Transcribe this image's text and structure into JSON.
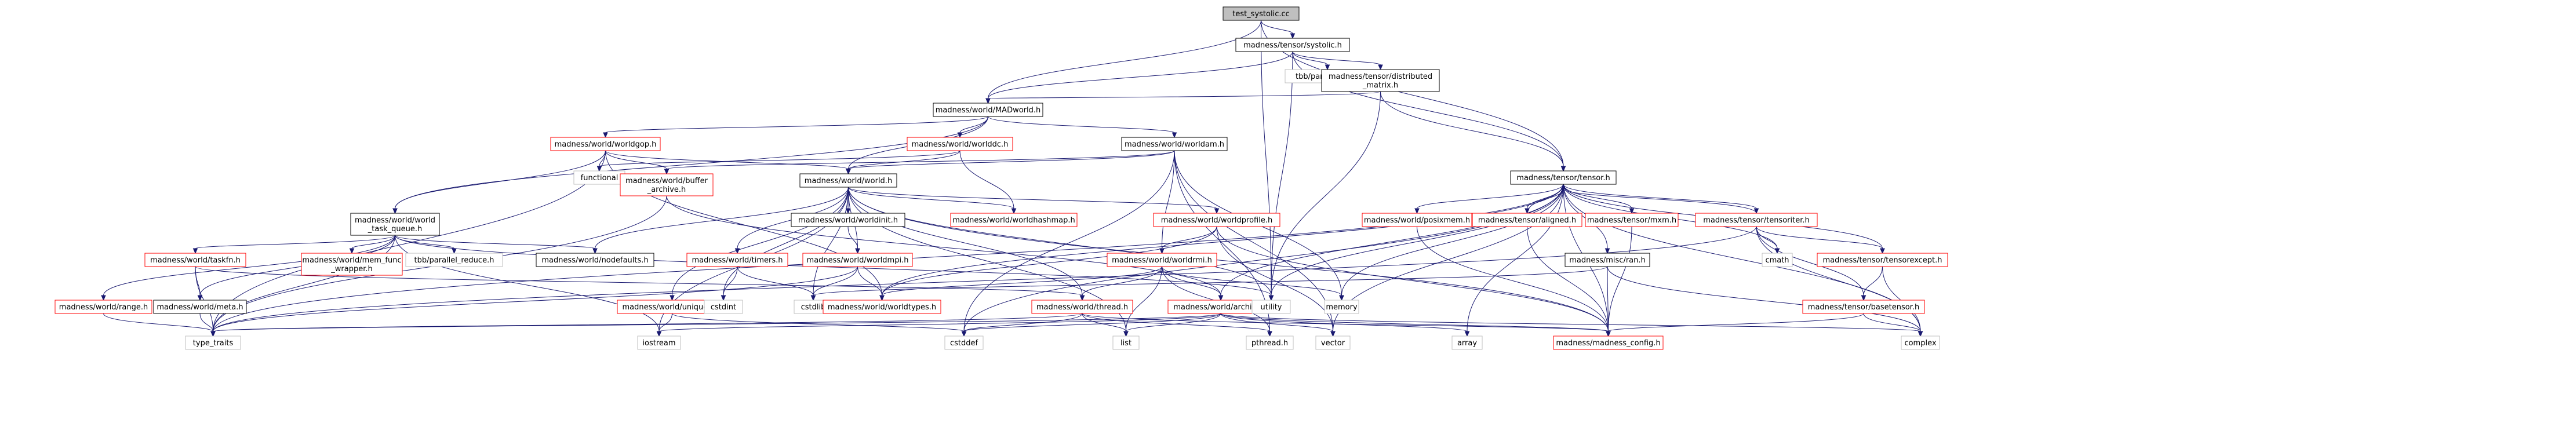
{
  "diagram": {
    "colors": {
      "root_fill": "#bfbfbf",
      "node_fill": "#ffffff",
      "plain_stroke": "#000000",
      "link_stroke": "#ff0000",
      "plain_text": "#000000",
      "system_stroke": "#bfbfbf",
      "edge": "#191970"
    },
    "nodes": [
      {
        "id": "n_test",
        "label": "test_systolic.cc",
        "kind": "root"
      },
      {
        "id": "n_systolic",
        "label": "madness/tensor/systolic.h",
        "kind": "plain"
      },
      {
        "id": "n_tbbfor",
        "label": "tbb/parallel_for.h",
        "kind": "system"
      },
      {
        "id": "n_distmat",
        "label": "madness/tensor/distributed\n_matrix.h",
        "kind": "plain"
      },
      {
        "id": "n_madworld",
        "label": "madness/world/MADworld.h",
        "kind": "plain"
      },
      {
        "id": "n_worldgop",
        "label": "madness/world/worldgop.h",
        "kind": "link"
      },
      {
        "id": "n_worlddc",
        "label": "madness/world/worlddc.h",
        "kind": "link"
      },
      {
        "id": "n_worldam",
        "label": "madness/world/worldam.h",
        "kind": "plain"
      },
      {
        "id": "n_tensor",
        "label": "madness/tensor/tensor.h",
        "kind": "plain"
      },
      {
        "id": "n_functional",
        "label": "functional",
        "kind": "system"
      },
      {
        "id": "n_buffer",
        "label": "madness/world/buffer\n_archive.h",
        "kind": "link"
      },
      {
        "id": "n_world",
        "label": "madness/world/world.h",
        "kind": "plain"
      },
      {
        "id": "n_wtq",
        "label": "madness/world/world\n_task_queue.h",
        "kind": "plain"
      },
      {
        "id": "n_worldinit",
        "label": "madness/world/worldinit.h",
        "kind": "plain"
      },
      {
        "id": "n_hashmap",
        "label": "madness/world/worldhashmap.h",
        "kind": "link"
      },
      {
        "id": "n_worldprofile",
        "label": "madness/world/worldprofile.h",
        "kind": "link"
      },
      {
        "id": "n_posixmem",
        "label": "madness/world/posixmem.h",
        "kind": "link"
      },
      {
        "id": "n_aligned",
        "label": "madness/tensor/aligned.h",
        "kind": "link"
      },
      {
        "id": "n_mxm",
        "label": "madness/tensor/mxm.h",
        "kind": "link"
      },
      {
        "id": "n_tensoriter",
        "label": "madness/tensor/tensoriter.h",
        "kind": "link"
      },
      {
        "id": "n_taskfn",
        "label": "madness/world/taskfn.h",
        "kind": "link"
      },
      {
        "id": "n_memfunc",
        "label": "madness/world/mem_func\n_wrapper.h",
        "kind": "link"
      },
      {
        "id": "n_tbbreduce",
        "label": "tbb/parallel_reduce.h",
        "kind": "system"
      },
      {
        "id": "n_nodefaults",
        "label": "madness/world/nodefaults.h",
        "kind": "plain"
      },
      {
        "id": "n_timers",
        "label": "madness/world/timers.h",
        "kind": "link"
      },
      {
        "id": "n_worldmpi",
        "label": "madness/world/worldmpi.h",
        "kind": "link"
      },
      {
        "id": "n_worldrmi",
        "label": "madness/world/worldrmi.h",
        "kind": "link"
      },
      {
        "id": "n_ran",
        "label": "madness/misc/ran.h",
        "kind": "plain"
      },
      {
        "id": "n_cmath",
        "label": "cmath",
        "kind": "system"
      },
      {
        "id": "n_tensorexcept",
        "label": "madness/tensor/tensorexcept.h",
        "kind": "link"
      },
      {
        "id": "n_range",
        "label": "madness/world/range.h",
        "kind": "link"
      },
      {
        "id": "n_meta",
        "label": "madness/world/meta.h",
        "kind": "plain"
      },
      {
        "id": "n_uniqueid",
        "label": "madness/world/uniqueid.h",
        "kind": "link"
      },
      {
        "id": "n_cstdint",
        "label": "cstdint",
        "kind": "system"
      },
      {
        "id": "n_cstdlib",
        "label": "cstdlib",
        "kind": "system"
      },
      {
        "id": "n_worldtypes",
        "label": "madness/world/worldtypes.h",
        "kind": "link"
      },
      {
        "id": "n_thread",
        "label": "madness/world/thread.h",
        "kind": "link"
      },
      {
        "id": "n_archive",
        "label": "madness/world/archive.h",
        "kind": "link"
      },
      {
        "id": "n_memory",
        "label": "memory",
        "kind": "system"
      },
      {
        "id": "n_utility",
        "label": "utility",
        "kind": "system"
      },
      {
        "id": "n_basetensor",
        "label": "madness/tensor/basetensor.h",
        "kind": "link"
      },
      {
        "id": "n_typetraits",
        "label": "type_traits",
        "kind": "system"
      },
      {
        "id": "n_iostream",
        "label": "iostream",
        "kind": "system"
      },
      {
        "id": "n_cstddef",
        "label": "cstddef",
        "kind": "system"
      },
      {
        "id": "n_list",
        "label": "list",
        "kind": "system"
      },
      {
        "id": "n_pthread",
        "label": "pthread.h",
        "kind": "system"
      },
      {
        "id": "n_vector",
        "label": "vector",
        "kind": "system"
      },
      {
        "id": "n_array",
        "label": "array",
        "kind": "system"
      },
      {
        "id": "n_config",
        "label": "madness/madness_config.h",
        "kind": "link"
      },
      {
        "id": "n_complex",
        "label": "complex",
        "kind": "system"
      }
    ],
    "edges": [
      [
        "n_test",
        "n_systolic"
      ],
      [
        "n_test",
        "n_madworld"
      ],
      [
        "n_test",
        "n_tensor"
      ],
      [
        "n_test",
        "n_utility"
      ],
      [
        "n_systolic",
        "n_tbbfor"
      ],
      [
        "n_systolic",
        "n_distmat"
      ],
      [
        "n_systolic",
        "n_madworld"
      ],
      [
        "n_systolic",
        "n_tensor"
      ],
      [
        "n_systolic",
        "n_utility"
      ],
      [
        "n_distmat",
        "n_madworld"
      ],
      [
        "n_distmat",
        "n_tensor"
      ],
      [
        "n_distmat",
        "n_utility"
      ],
      [
        "n_madworld",
        "n_worldgop"
      ],
      [
        "n_madworld",
        "n_worlddc"
      ],
      [
        "n_madworld",
        "n_worldam"
      ],
      [
        "n_madworld",
        "n_world"
      ],
      [
        "n_madworld",
        "n_wtq"
      ],
      [
        "n_worldgop",
        "n_functional"
      ],
      [
        "n_worldgop",
        "n_buffer"
      ],
      [
        "n_worldgop",
        "n_world"
      ],
      [
        "n_worldgop",
        "n_wtq"
      ],
      [
        "n_worldgop",
        "n_typetraits"
      ],
      [
        "n_worldgop",
        "n_worldtypes"
      ],
      [
        "n_worlddc",
        "n_functional"
      ],
      [
        "n_worlddc",
        "n_hashmap"
      ],
      [
        "n_worlddc",
        "n_world"
      ],
      [
        "n_worldam",
        "n_buffer"
      ],
      [
        "n_worldam",
        "n_world"
      ],
      [
        "n_worldam",
        "n_worldrmi"
      ],
      [
        "n_worldam",
        "n_memory"
      ],
      [
        "n_worldam",
        "n_cstddef"
      ],
      [
        "n_worldam",
        "n_vector"
      ],
      [
        "n_worldam",
        "n_pthread"
      ],
      [
        "n_buffer",
        "n_archive"
      ],
      [
        "n_buffer",
        "n_typetraits"
      ],
      [
        "n_world",
        "n_worldinit"
      ],
      [
        "n_world",
        "n_hashmap"
      ],
      [
        "n_world",
        "n_worldprofile"
      ],
      [
        "n_world",
        "n_nodefaults"
      ],
      [
        "n_world",
        "n_timers"
      ],
      [
        "n_world",
        "n_worldmpi"
      ],
      [
        "n_world",
        "n_uniqueid"
      ],
      [
        "n_world",
        "n_thread"
      ],
      [
        "n_world",
        "n_cstdint"
      ],
      [
        "n_world",
        "n_cstdlib"
      ],
      [
        "n_world",
        "n_iostream"
      ],
      [
        "n_world",
        "n_list"
      ],
      [
        "n_world",
        "n_utility"
      ],
      [
        "n_world",
        "n_config"
      ],
      [
        "n_wtq",
        "n_taskfn"
      ],
      [
        "n_wtq",
        "n_memfunc"
      ],
      [
        "n_wtq",
        "n_tbbreduce"
      ],
      [
        "n_wtq",
        "n_nodefaults"
      ],
      [
        "n_wtq",
        "n_range"
      ],
      [
        "n_wtq",
        "n_meta"
      ],
      [
        "n_wtq",
        "n_typetraits"
      ],
      [
        "n_wtq",
        "n_iostream"
      ],
      [
        "n_wtq",
        "n_utility"
      ],
      [
        "n_worldinit",
        "n_worldmpi"
      ],
      [
        "n_worldprofile",
        "n_worldrmi"
      ],
      [
        "n_worldprofile",
        "n_worldtypes"
      ],
      [
        "n_worldprofile",
        "n_vector"
      ],
      [
        "n_worldprofile",
        "n_config"
      ],
      [
        "n_taskfn",
        "n_meta"
      ],
      [
        "n_taskfn",
        "n_typetraits"
      ],
      [
        "n_taskfn",
        "n_thread"
      ],
      [
        "n_timers",
        "n_cstdint"
      ],
      [
        "n_timers",
        "n_cstdlib"
      ],
      [
        "n_worldmpi",
        "n_worldtypes"
      ],
      [
        "n_worldmpi",
        "n_cstdlib"
      ],
      [
        "n_worldmpi",
        "n_typetraits"
      ],
      [
        "n_worldrmi",
        "n_thread"
      ],
      [
        "n_worldrmi",
        "n_archive"
      ],
      [
        "n_worldrmi",
        "n_memory"
      ],
      [
        "n_worldrmi",
        "n_worldtypes"
      ],
      [
        "n_worldrmi",
        "n_list"
      ],
      [
        "n_worldrmi",
        "n_pthread"
      ],
      [
        "n_range",
        "n_typetraits"
      ],
      [
        "n_meta",
        "n_typetraits"
      ],
      [
        "n_uniqueid",
        "n_iostream"
      ],
      [
        "n_uniqueid",
        "n_cstddef"
      ],
      [
        "n_thread",
        "n_cstddef"
      ],
      [
        "n_thread",
        "n_pthread"
      ],
      [
        "n_thread",
        "n_typetraits"
      ],
      [
        "n_thread",
        "n_list"
      ],
      [
        "n_thread",
        "n_config"
      ],
      [
        "n_archive",
        "n_cstddef"
      ],
      [
        "n_archive",
        "n_typetraits"
      ],
      [
        "n_archive",
        "n_vector"
      ],
      [
        "n_archive",
        "n_array"
      ],
      [
        "n_archive",
        "n_complex"
      ],
      [
        "n_archive",
        "n_list"
      ],
      [
        "n_archive",
        "n_iostream"
      ],
      [
        "n_archive",
        "n_config"
      ],
      [
        "n_tensor",
        "n_posixmem"
      ],
      [
        "n_tensor",
        "n_aligned"
      ],
      [
        "n_tensor",
        "n_mxm"
      ],
      [
        "n_tensor",
        "n_tensoriter"
      ],
      [
        "n_tensor",
        "n_ran"
      ],
      [
        "n_tensor",
        "n_cmath"
      ],
      [
        "n_tensor",
        "n_tensorexcept"
      ],
      [
        "n_tensor",
        "n_archive"
      ],
      [
        "n_tensor",
        "n_memory"
      ],
      [
        "n_tensor",
        "n_utility"
      ],
      [
        "n_tensor",
        "n_complex"
      ],
      [
        "n_tensor",
        "n_cstddef"
      ],
      [
        "n_tensor",
        "n_vector"
      ],
      [
        "n_tensor",
        "n_array"
      ],
      [
        "n_tensor",
        "n_config"
      ],
      [
        "n_tensor",
        "n_typetraits"
      ],
      [
        "n_tensor",
        "n_worldtypes"
      ],
      [
        "n_posixmem",
        "n_config"
      ],
      [
        "n_aligned",
        "n_tensor"
      ],
      [
        "n_aligned",
        "n_config"
      ],
      [
        "n_mxm",
        "n_config"
      ],
      [
        "n_tensoriter",
        "n_tensor"
      ],
      [
        "n_tensoriter",
        "n_tensorexcept"
      ],
      [
        "n_tensoriter",
        "n_basetensor"
      ],
      [
        "n_tensoriter",
        "n_cmath"
      ],
      [
        "n_tensoriter",
        "n_complex"
      ],
      [
        "n_tensoriter",
        "n_typetraits"
      ],
      [
        "n_ran",
        "n_config"
      ],
      [
        "n_ran",
        "n_complex"
      ],
      [
        "n_ran",
        "n_cstdlib"
      ],
      [
        "n_tensorexcept",
        "n_basetensor"
      ],
      [
        "n_tensorexcept",
        "n_complex"
      ],
      [
        "n_basetensor",
        "n_config"
      ],
      [
        "n_basetensor",
        "n_complex"
      ]
    ]
  }
}
